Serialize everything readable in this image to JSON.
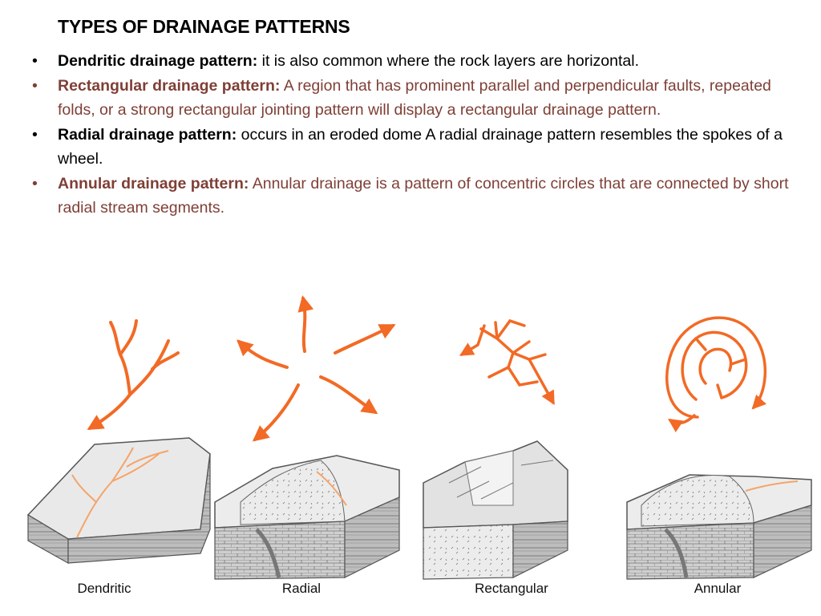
{
  "title": "TYPES OF DRAINAGE PATTERNS",
  "bullet_glyph": "•",
  "bullets": [
    {
      "term": "Dendritic drainage pattern:",
      "text": " it is also common where the rock layers are horizontal."
    },
    {
      "term": "Rectangular drainage pattern:",
      "text": " A region that has prominent parallel and perpendicular faults, repeated folds, or a strong rectangular jointing pattern will display a rectangular drainage pattern."
    },
    {
      "term": "Radial drainage pattern:",
      "text": " occurs in an eroded dome A radial drainage pattern resembles the spokes of a wheel."
    },
    {
      "term": "Annular drainage pattern:",
      "text": " Annular drainage is a pattern of concentric circles that are connected by short radial stream segments."
    }
  ],
  "captions": [
    "Dendritic",
    "Radial",
    "Rectangular",
    "Annular"
  ],
  "colors": {
    "accent_text": "#7f3f36",
    "stream": "#f26a25",
    "block_fill": "#e6e6e6",
    "block_side": "#bcbcbc"
  }
}
